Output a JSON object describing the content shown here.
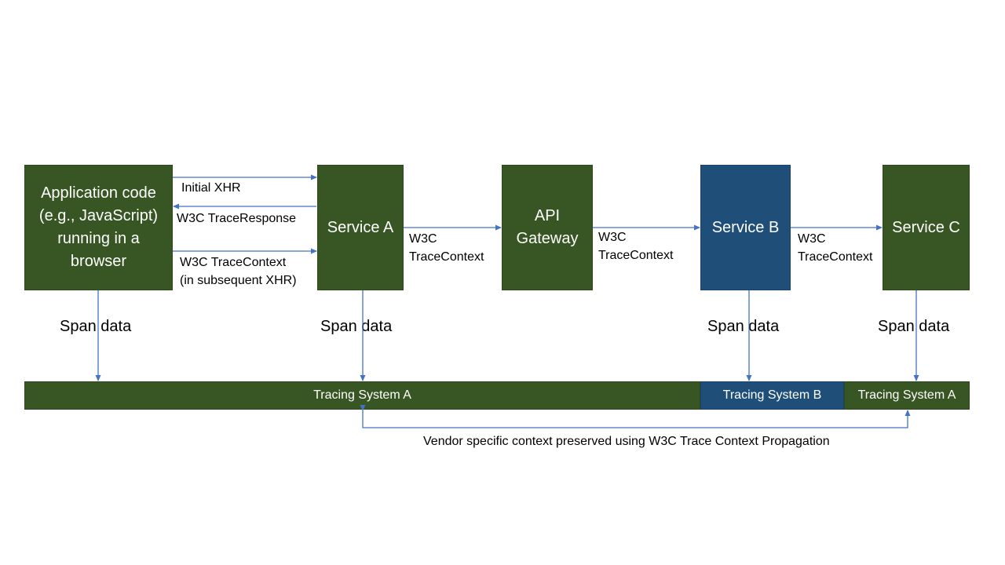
{
  "nodes": {
    "app": {
      "lines": [
        "Application code",
        "(e.g., JavaScript)",
        "running in a",
        "browser"
      ]
    },
    "service_a": {
      "lines": [
        "Service A"
      ]
    },
    "api_gateway": {
      "lines": [
        "API",
        "Gateway"
      ]
    },
    "service_b": {
      "lines": [
        "Service B"
      ]
    },
    "service_c": {
      "lines": [
        "Service C"
      ]
    }
  },
  "edges": {
    "initial_xhr": [
      "Initial XHR"
    ],
    "trace_response": [
      "W3C TraceResponse"
    ],
    "trace_context_subsequent": [
      "W3C TraceContext",
      "(in subsequent XHR)"
    ],
    "a_to_gateway": [
      "W3C",
      "TraceContext"
    ],
    "gateway_to_b": [
      "W3C",
      "TraceContext"
    ],
    "b_to_c": [
      "W3C",
      "TraceContext"
    ]
  },
  "span_labels": {
    "app": "Span data",
    "service_a": "Span data",
    "service_b": "Span data",
    "service_c": "Span data"
  },
  "tracing_bars": {
    "system_a_left": "Tracing System A",
    "system_b": "Tracing System B",
    "system_a_right": "Tracing System A"
  },
  "footer_note": "Vendor specific context preserved using W3C Trace Context Propagation",
  "colors": {
    "green_node": "#375623",
    "blue_node": "#1f4e79",
    "arrow": "#4472c4"
  }
}
